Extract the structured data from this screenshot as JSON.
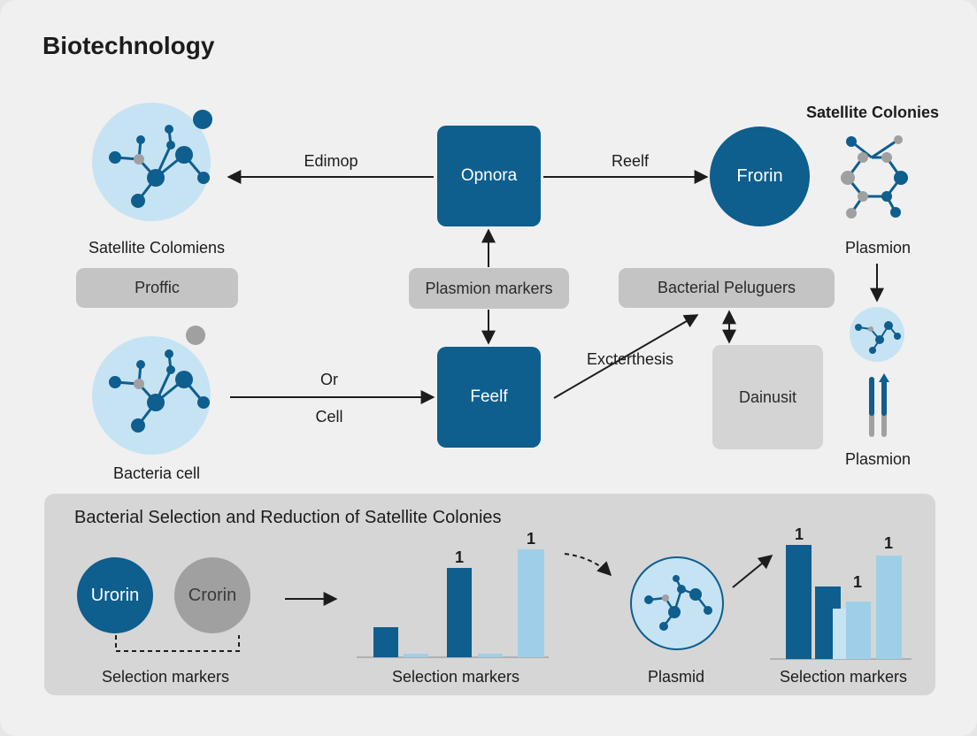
{
  "title": "Biotechnology",
  "colors": {
    "dark_blue": "#0e5e8e",
    "light_blue": "#9fcfe8",
    "pale_blue": "#c6e3f3",
    "gray": "#c4c4c4",
    "dark_gray": "#a0a0a0"
  },
  "icons": [
    "molecule-icon",
    "cell-icon",
    "plasmid-icon"
  ],
  "top": {
    "cell1_caption": "Satellite Colomiens",
    "cell2_caption": "Bacteria cell",
    "proffic": "Proffic",
    "opnora": "Opnora",
    "feelf": "Feelf",
    "frorin": "Frorin",
    "plasmion_markers": "Plasmion markers",
    "bacterial_peluguers": "Bacterial Peluguers",
    "dainusit": "Dainusit",
    "edimop": "Edimop",
    "reelf": "Reelf",
    "or": "Or",
    "cell": "Cell",
    "excterthesis": "Excterthesis",
    "satellite_colonies": "Satellite Colonies",
    "plasmion_top": "Plasmion",
    "plasmion_bottom": "Plasmion"
  },
  "bottom": {
    "heading": "Bacterial Selection and Reduction of Satellite Colonies",
    "urorin": "Urorin",
    "crorin": "Crorin",
    "caption1": "Selection markers",
    "caption2": "Selection markers",
    "caption3": "Plasmid",
    "caption4": "Selection markers",
    "chart1_label_a": "1",
    "chart1_label_b": "1",
    "chart2_label_a": "1",
    "chart2_label_b": "1",
    "chart2_label_c": "1"
  }
}
